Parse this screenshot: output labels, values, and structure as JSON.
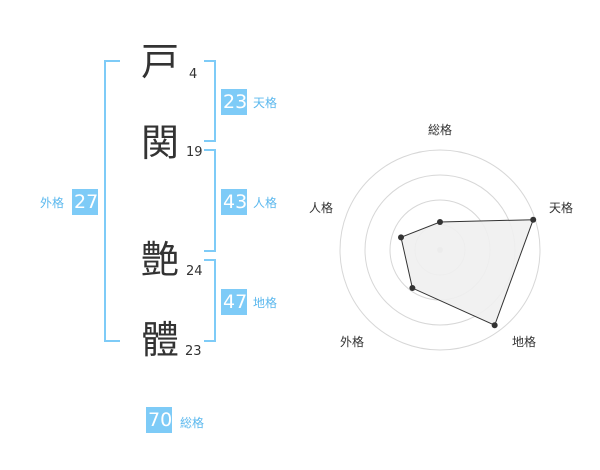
{
  "colors": {
    "accent": "#7ecbf7",
    "accent_text": "#5bb8ee",
    "text": "#333333",
    "radar_grid": "#d7d7d7",
    "radar_fill": "#f0f0f0",
    "radar_line": "#333333"
  },
  "characters": [
    {
      "char": "戸",
      "strokes": "4"
    },
    {
      "char": "関",
      "strokes": "19"
    },
    {
      "char": "艶",
      "strokes": "24"
    },
    {
      "char": "體",
      "strokes": "23"
    }
  ],
  "fortunes": {
    "tenkaku": {
      "label": "天格",
      "value": "23"
    },
    "jinkaku": {
      "label": "人格",
      "value": "43"
    },
    "chikaku": {
      "label": "地格",
      "value": "47"
    },
    "gaikaku": {
      "label": "外格",
      "value": "27"
    },
    "soukaku": {
      "label": "総格",
      "value": "70"
    }
  },
  "chart_data": {
    "type": "radar",
    "axes": [
      "総格",
      "天格",
      "地格",
      "外格",
      "人格"
    ],
    "values": [
      0.28,
      0.98,
      0.93,
      0.47,
      0.41
    ],
    "rings": 4,
    "max": 1
  }
}
